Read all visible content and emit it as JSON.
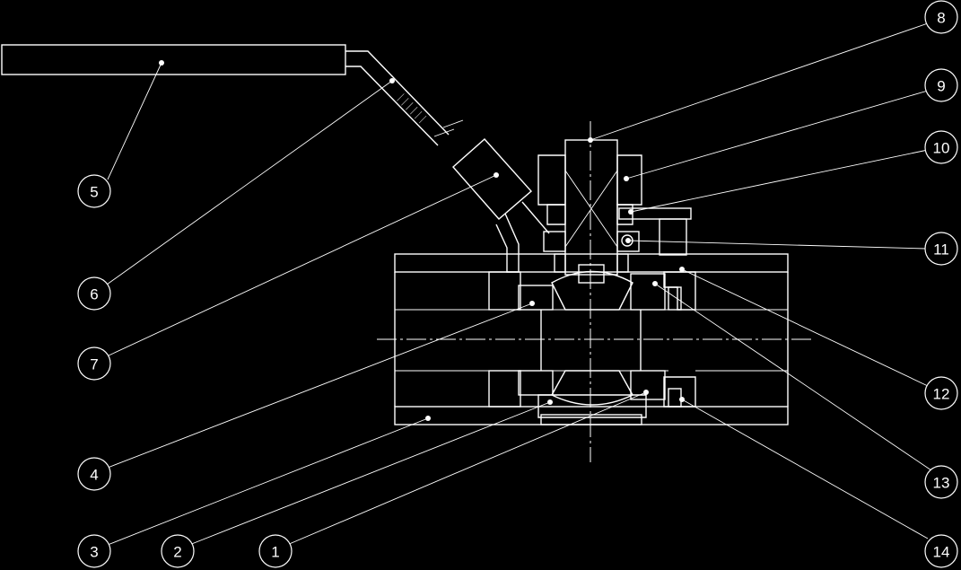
{
  "drawing": {
    "background": "#000000",
    "line_color": "#ffffff",
    "callouts": [
      {
        "label": "1"
      },
      {
        "label": "2"
      },
      {
        "label": "3"
      },
      {
        "label": "4"
      },
      {
        "label": "5"
      },
      {
        "label": "6"
      },
      {
        "label": "7"
      },
      {
        "label": "8"
      },
      {
        "label": "9"
      },
      {
        "label": "10"
      },
      {
        "label": "11"
      },
      {
        "label": "12"
      },
      {
        "label": "13"
      },
      {
        "label": "14"
      }
    ]
  }
}
